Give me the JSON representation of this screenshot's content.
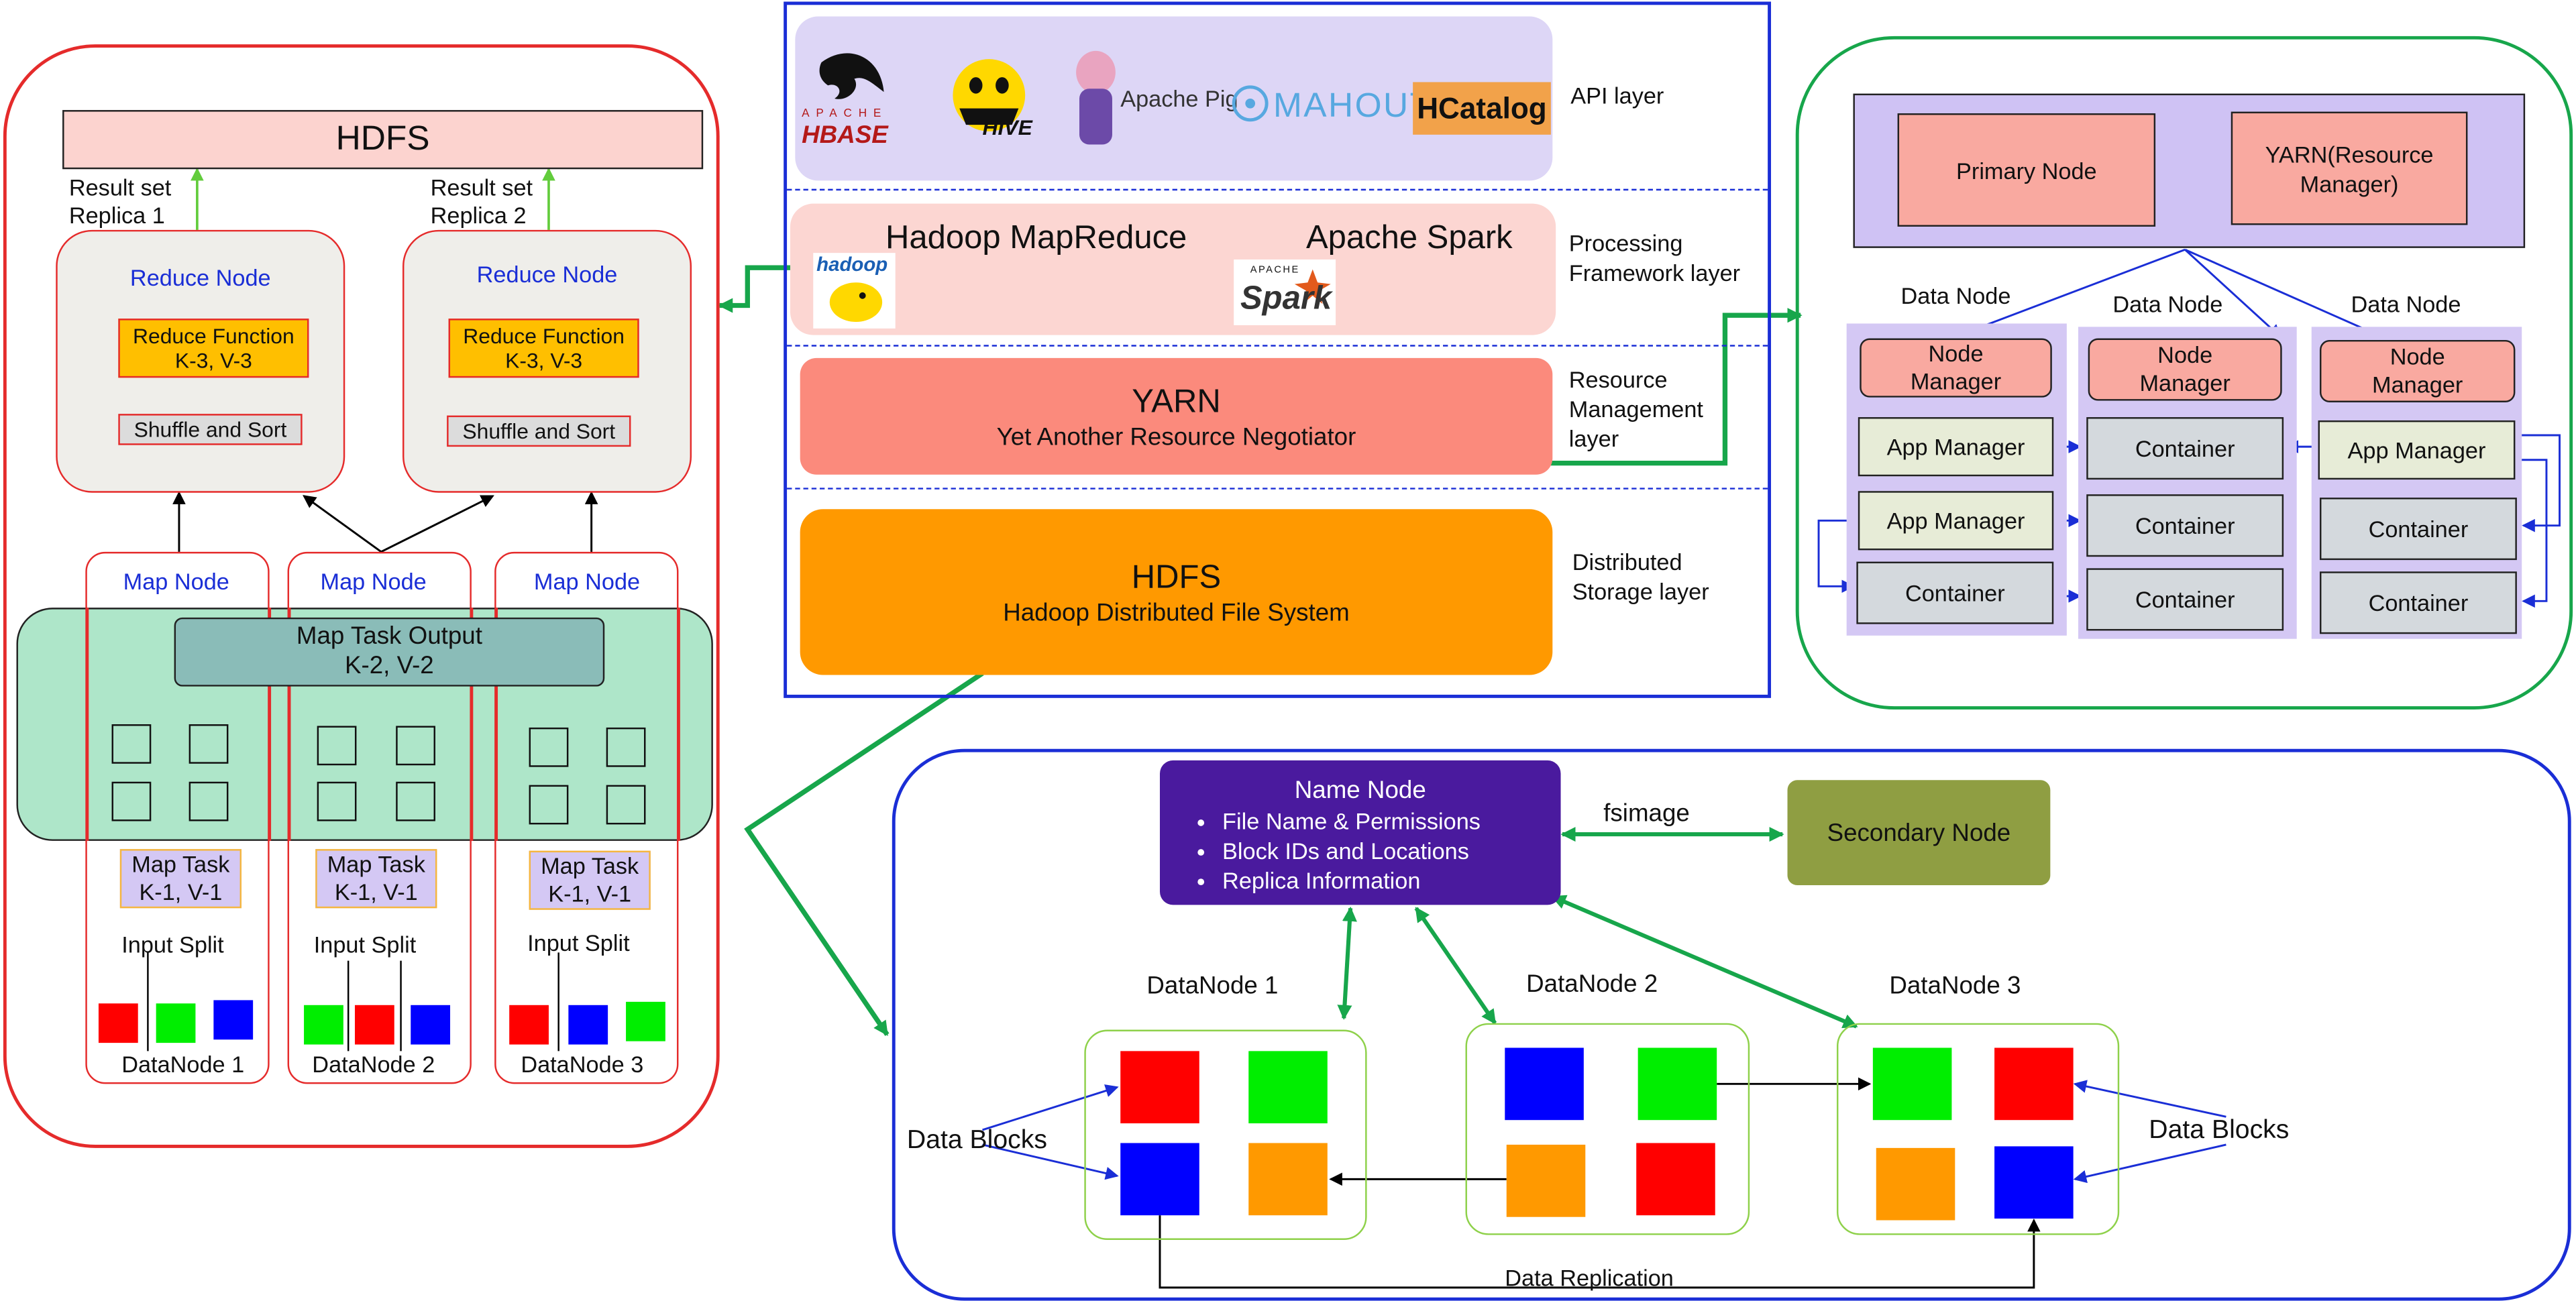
{
  "mapreduce": {
    "hdfs": "HDFS",
    "result_sets": [
      "Result set",
      "Replica 1",
      "Result set",
      "Replica 2"
    ],
    "reduce_nodes": [
      {
        "title": "Reduce Node",
        "function": "Reduce Function",
        "kv": "K-3, V-3",
        "shuffle": "Shuffle and Sort"
      },
      {
        "title": "Reduce Node",
        "function": "Reduce Function",
        "kv": "K-3, V-3",
        "shuffle": "Shuffle and Sort"
      }
    ],
    "map_nodes": [
      "Map Node",
      "Map Node",
      "Map Node"
    ],
    "map_output": {
      "title": "Map Task Output",
      "kv": "K-2, V-2"
    },
    "map_tasks": [
      {
        "title": "Map Task",
        "kv": "K-1, V-1"
      },
      {
        "title": "Map Task",
        "kv": "K-1, V-1"
      },
      {
        "title": "Map Task",
        "kv": "K-1, V-1"
      }
    ],
    "input_split": "Input Split",
    "datanodes": [
      "DataNode 1",
      "DataNode 2",
      "DataNode 3"
    ]
  },
  "stack": {
    "api": {
      "label": "API layer",
      "logos": {
        "hbase_top": "APACHE",
        "hbase": "HBASE",
        "hive": "HIVE",
        "pig": "Apache Pig",
        "mahout": "MAHOUT",
        "hcatalog": "HCatalog"
      }
    },
    "processing": {
      "label": [
        "Processing",
        "Framework layer"
      ],
      "mapreduce": "Hadoop MapReduce",
      "spark": "Apache Spark",
      "hadoop_logo": "hadoop",
      "spark_logo_top": "APACHE",
      "spark_logo": "Spark"
    },
    "resource": {
      "label": [
        "Resource",
        "Management",
        "layer"
      ],
      "title": "YARN",
      "subtitle": "Yet Another Resource Negotiator"
    },
    "storage": {
      "label": [
        "Distributed",
        "Storage layer"
      ],
      "title": "HDFS",
      "subtitle": "Hadoop Distributed File System"
    }
  },
  "yarn": {
    "primary": "Primary Node",
    "rm": [
      "YARN(Resource",
      "Manager)"
    ],
    "data_node_label": "Data Node",
    "node_manager": [
      "Node",
      "Manager"
    ],
    "app_manager": "App Manager",
    "container": "Container"
  },
  "hdfs": {
    "name_node": {
      "title": "Name Node",
      "items": [
        "File Name & Permissions",
        "Block IDs and Locations",
        "Replica Information"
      ]
    },
    "fsimage": "fsimage",
    "secondary": "Secondary Node",
    "datanodes": [
      "DataNode 1",
      "DataNode 2",
      "DataNode 3"
    ],
    "data_blocks": "Data Blocks",
    "data_replication": "Data Replication"
  },
  "colors": {
    "red_block": "#ff0000",
    "green_block": "#00ee00",
    "blue_block": "#0000ff",
    "orange_block": "#ff9900",
    "hdfs_box": "#fcd3cf",
    "reduce_fn": "#ffbf00",
    "map_output": "#abe6c8",
    "map_output_title": "#8abcb8",
    "yarn_box": "#fb8a7c",
    "hdfs_layer": "#ff9900",
    "name_node": "#4a1a9e",
    "secondary": "#8f9e42",
    "lavender": "#d4c8f4",
    "container": "#d4d9dd",
    "app_manager": "#e7ecd7",
    "pink": "#f9a9a0"
  }
}
